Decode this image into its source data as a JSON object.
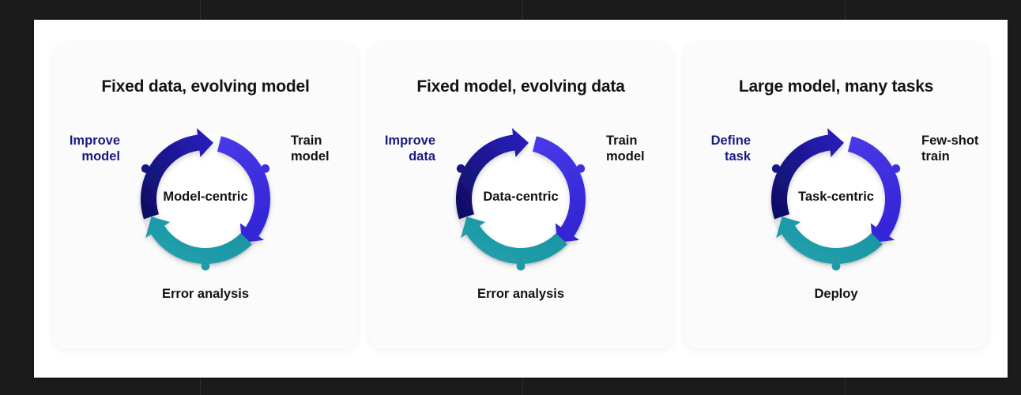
{
  "canvas": {
    "background_color": "#1b1b1b",
    "surface_color": "#ffffff",
    "grid_line_color": "#2f2f2f",
    "grid_line_x": [
      253,
      661,
      1069
    ]
  },
  "palette": {
    "navy": "#151585",
    "violet": "#3d30e0",
    "teal": "#1f9aa8",
    "label_accent": "#1a1a82",
    "label_dark": "#131313",
    "ring_track": "#e9e9ec"
  },
  "panels": [
    {
      "title": "Fixed data, evolving model",
      "center": "Model-centric",
      "label_left": "Improve\nmodel",
      "label_right": "Train\nmodel",
      "label_bottom": "Error analysis"
    },
    {
      "title": "Fixed model, evolving data",
      "center": "Data-centric",
      "label_left": "Improve\ndata",
      "label_right": "Train\nmodel",
      "label_bottom": "Error analysis"
    },
    {
      "title": "Large model, many tasks",
      "center": "Task-centric",
      "label_left": "Define\ntask",
      "label_right": "Few-shot\ntrain",
      "label_bottom": "Deploy"
    }
  ]
}
